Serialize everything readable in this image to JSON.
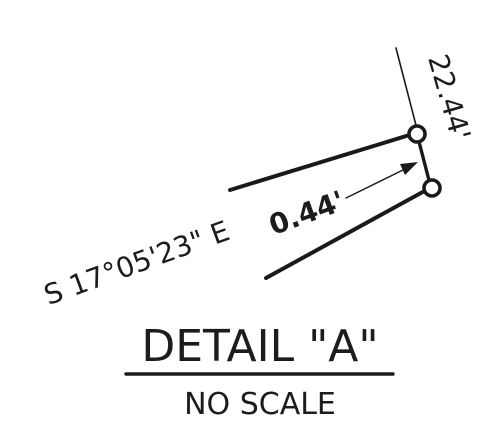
{
  "bearing_label": "S 17°05'23\" E",
  "short_distance": "0.44'",
  "upper_distance": "22.44'",
  "detail_title": "DETAIL \"A\"",
  "scale_note": "NO SCALE",
  "colors": {
    "ink": "#1a1a1a",
    "background": "#ffffff"
  }
}
